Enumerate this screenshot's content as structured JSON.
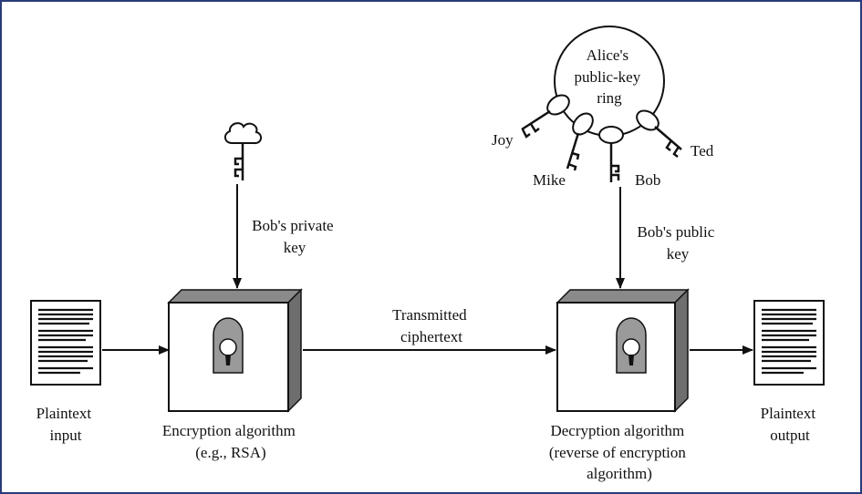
{
  "labels": {
    "plaintext_input": [
      "Plaintext",
      "input"
    ],
    "encryption": [
      "Encryption algorithm",
      "(e.g., RSA)"
    ],
    "private_key": [
      "Bob's private",
      "key"
    ],
    "transmitted": [
      "Transmitted",
      "ciphertext"
    ],
    "public_key": [
      "Bob's public",
      "key"
    ],
    "decryption": [
      "Decryption algorithm",
      "(reverse of encryption",
      "algorithm)"
    ],
    "plaintext_output": [
      "Plaintext",
      "output"
    ],
    "key_ring": [
      "Alice's",
      "public-key",
      "ring"
    ]
  },
  "key_names": {
    "joy": "Joy",
    "mike": "Mike",
    "bob": "Bob",
    "ted": "Ted"
  },
  "colors": {
    "stroke": "#111111",
    "box_face": "#ffffff",
    "box_side": "#6e6e6e",
    "box_top": "#8a8a8a",
    "lock": "#9a9a9a",
    "frame": "#2a3a7a"
  },
  "icons": [
    "document-icon",
    "padlock-icon",
    "key-icon",
    "key-ring-icon"
  ]
}
